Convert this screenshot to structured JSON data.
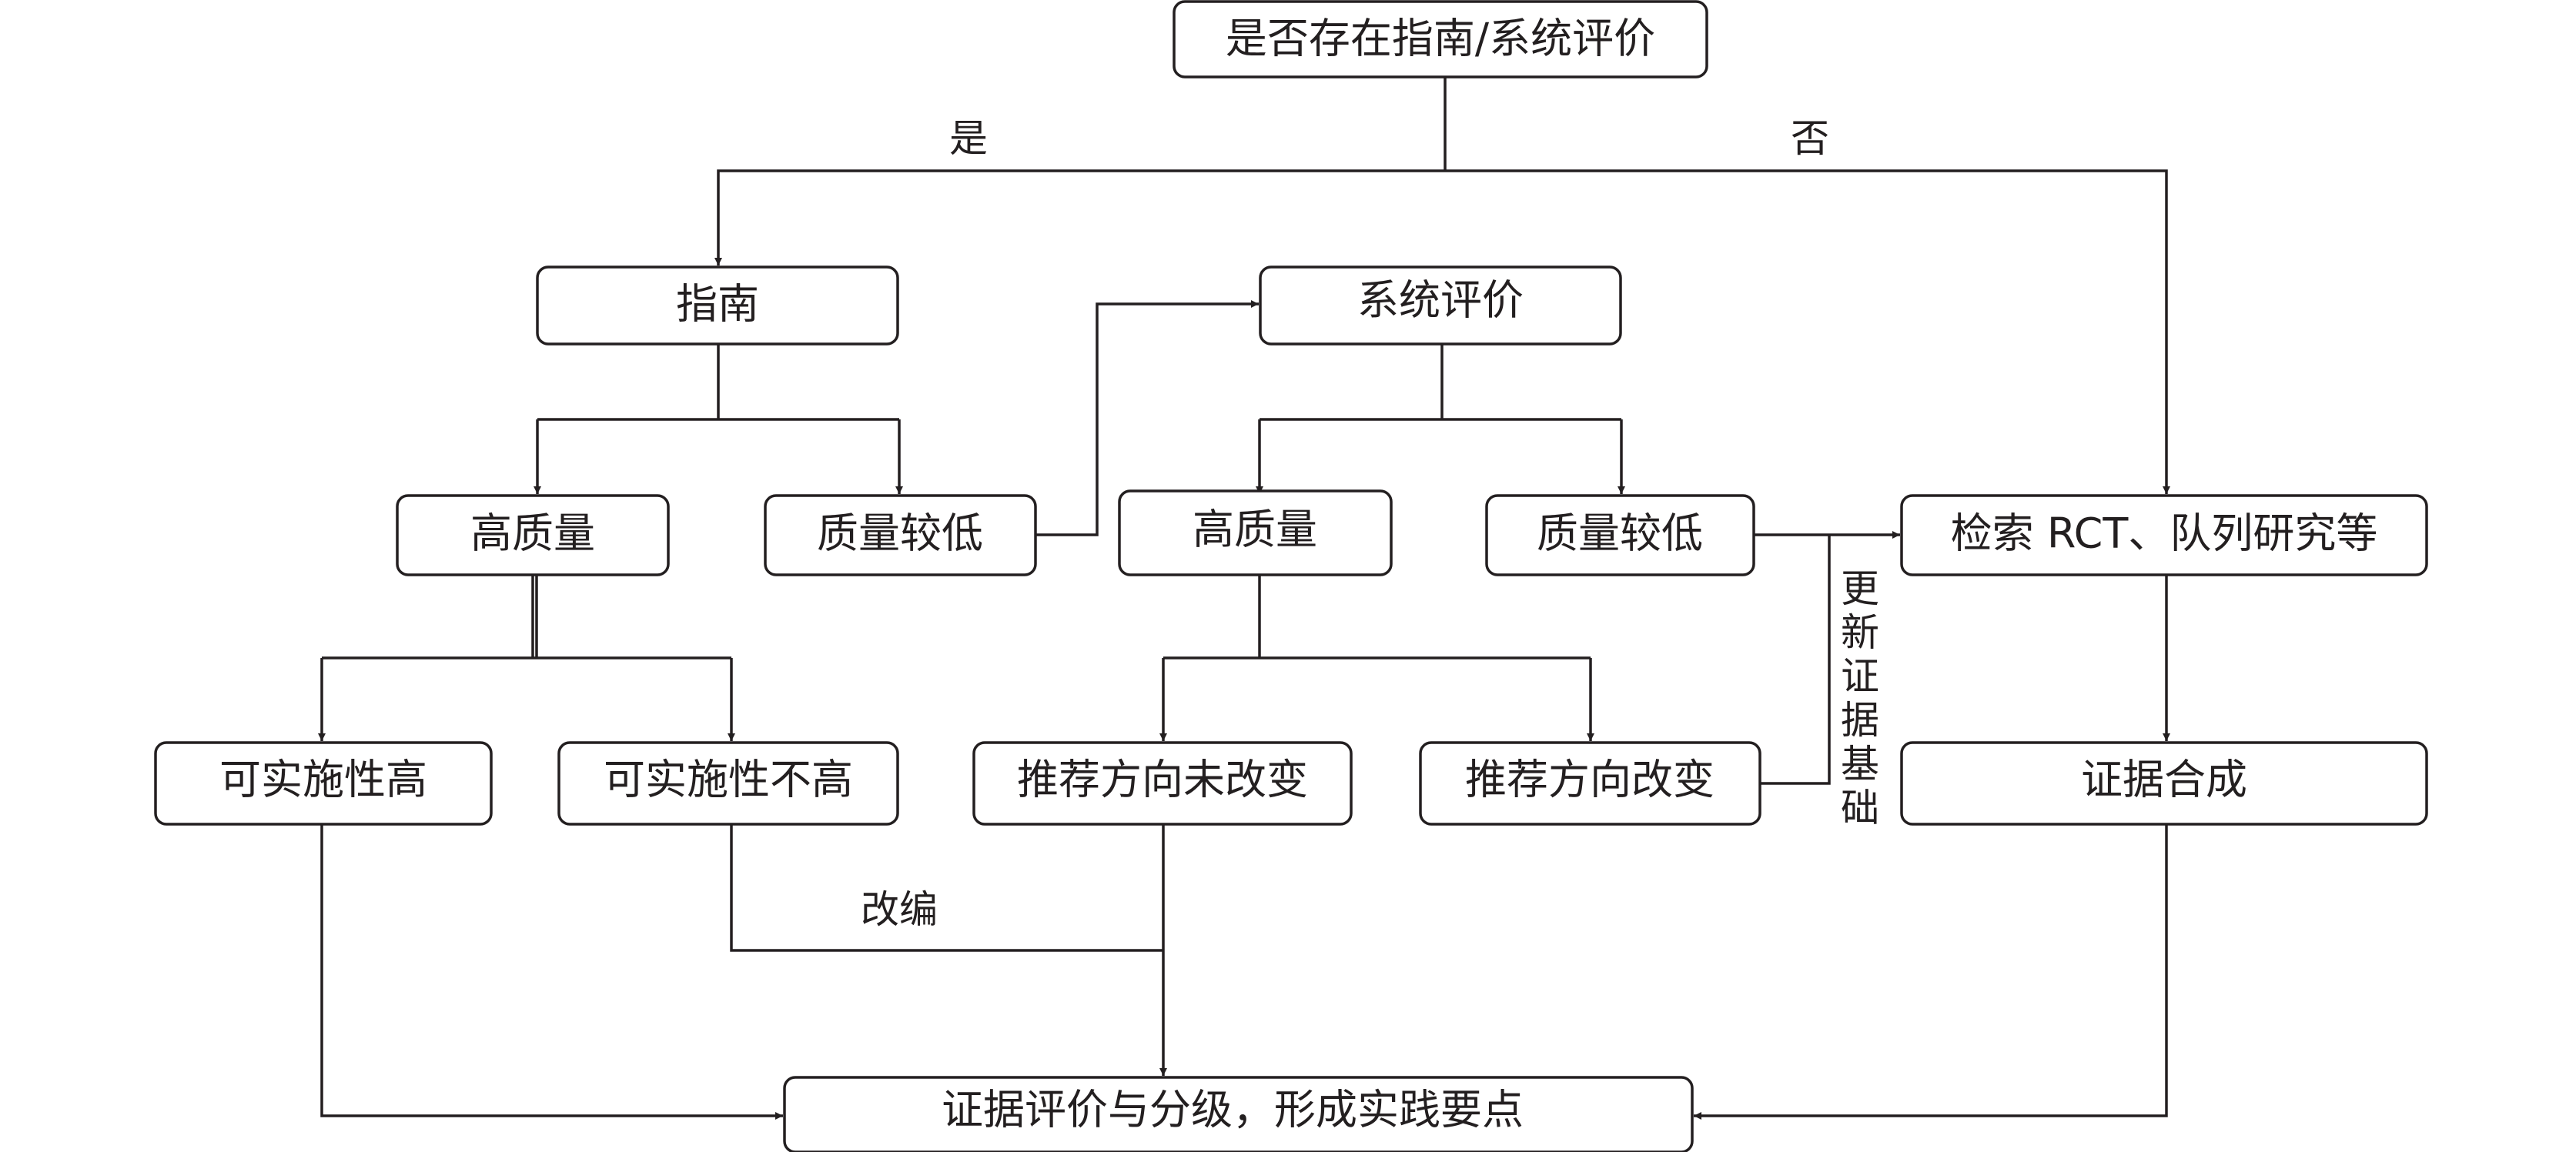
{
  "nodes": {
    "root": "是否存在指南/系统评价",
    "guideline": "指南",
    "sysreview": "系统评价",
    "g_high": "高质量",
    "g_low": "质量较低",
    "s_high": "高质量",
    "s_low": "质量较低",
    "search": "检索 RCT、队列研究等",
    "feas_high": "可实施性高",
    "feas_low": "可实施性不高",
    "rec_same": "推荐方向未改变",
    "rec_changed": "推荐方向改变",
    "synthesis": "证据合成",
    "final": "证据评价与分级，形成实践要点"
  },
  "labels": {
    "yes": "是",
    "no": "否",
    "adapt": "改编",
    "update": "更新证据基础"
  },
  "colors": {
    "line": "#231f20",
    "box_fill": "#ffffff"
  }
}
